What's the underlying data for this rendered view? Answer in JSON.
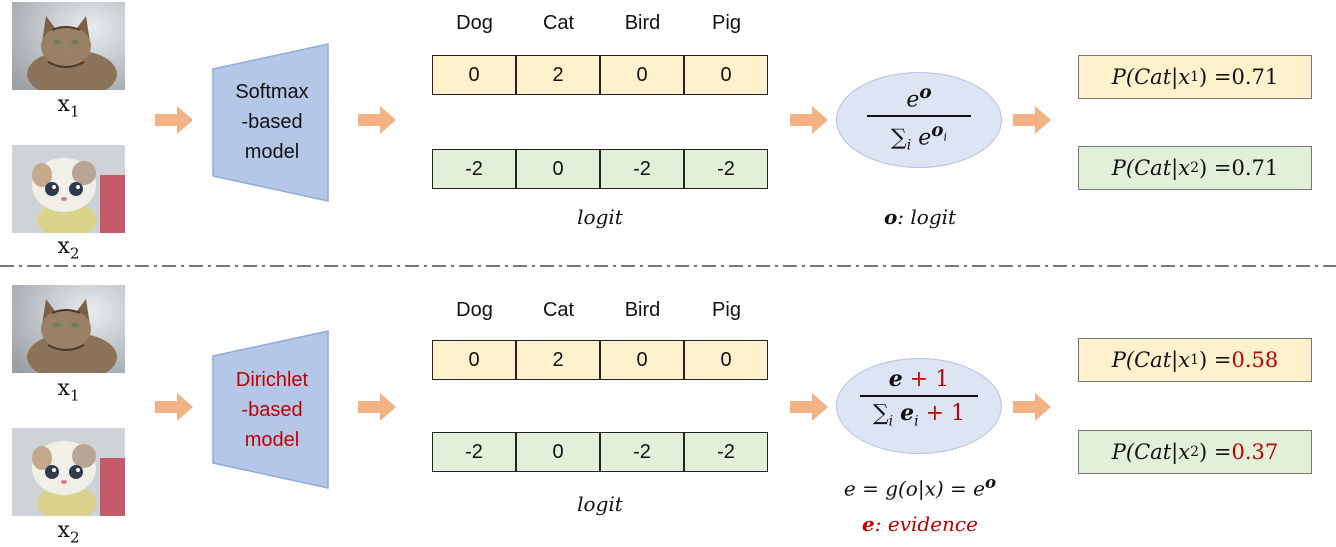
{
  "inputs": {
    "x1": {
      "base": "x",
      "sub": "1"
    },
    "x2": {
      "base": "x",
      "sub": "2"
    }
  },
  "top": {
    "model_lines": [
      "Softmax",
      "-based",
      "model"
    ],
    "classes": [
      "Dog",
      "Cat",
      "Bird",
      "Pig"
    ],
    "logits_x1": [
      "0",
      "2",
      "0",
      "0"
    ],
    "logits_x2": [
      "-2",
      "0",
      "-2",
      "-2"
    ],
    "logit_caption": "logit",
    "formula_numerator_base": "e",
    "formula_numerator_sup": "o",
    "formula_den_sum": "∑",
    "formula_den_sub": "i",
    "formula_den_base": "e",
    "formula_den_sup": "o",
    "formula_den_sup_sub": "i",
    "o_def_symbol": "o",
    "o_def_text": ": logit",
    "results": [
      {
        "prefix": "P(Cat|x",
        "sub": "1",
        "suffix": ") = ",
        "value": "0.71"
      },
      {
        "prefix": "P(Cat|x",
        "sub": "2",
        "suffix": ") = ",
        "value": "0.71"
      }
    ]
  },
  "bottom": {
    "model_lines": [
      "Dirichlet",
      "-based",
      "model"
    ],
    "classes": [
      "Dog",
      "Cat",
      "Bird",
      "Pig"
    ],
    "logits_x1": [
      "0",
      "2",
      "0",
      "0"
    ],
    "logits_x2": [
      "-2",
      "0",
      "-2",
      "-2"
    ],
    "logit_caption": "logit",
    "formula_num_e": "e",
    "formula_num_plus": " + 1",
    "formula_den_sum": "∑",
    "formula_den_sub": "i",
    "formula_den_e": "e",
    "formula_den_e_sub": "i",
    "formula_den_plus": " + 1",
    "evidence_eq": "e = g(o|x) = e",
    "evidence_eq_sup": "o",
    "evidence_symbol": "e",
    "evidence_text": ": evidence",
    "results": [
      {
        "prefix": "P(Cat|x",
        "sub": "1",
        "suffix": ") = ",
        "value": "0.58"
      },
      {
        "prefix": "P(Cat|x",
        "sub": "2",
        "suffix": ") = ",
        "value": "0.37"
      }
    ]
  },
  "colors": {
    "model_fill": "#b4c7e7",
    "model_stroke": "#8faadc",
    "arrow": "#f4b183",
    "yellow": "#fff1cc",
    "green": "#e2efd9",
    "red": "#c00000",
    "ellipse": "#dde4f3"
  }
}
